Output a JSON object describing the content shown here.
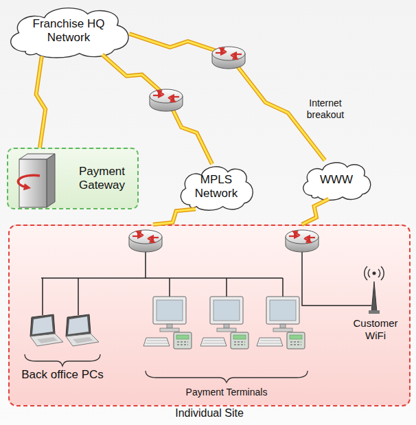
{
  "diagram": {
    "nodes": [
      {
        "text": [
          "Franchise HQ Network"
        ]
      },
      {
        "text": [
          "Payment Gateway"
        ]
      },
      {
        "text": [
          "MPLS Network"
        ]
      },
      {
        "text": [
          "WWW"
        ]
      },
      {
        "text": [
          "Individual Site"
        ]
      }
    ],
    "edges": [
      {
        "from": 0,
        "to": 1,
        "arrow": "none"
      },
      {
        "from": 0,
        "to": 2,
        "arrow": "none"
      },
      {
        "from": 0,
        "to": 3,
        "label": "Internet breakout",
        "arrow": "none"
      },
      {
        "from": 2,
        "to": 4,
        "arrow": "none"
      },
      {
        "from": 3,
        "to": 4,
        "arrow": "none"
      }
    ],
    "labels": [
      "Back office PCs",
      "Payment Terminals",
      "Customer WiFi"
    ]
  }
}
